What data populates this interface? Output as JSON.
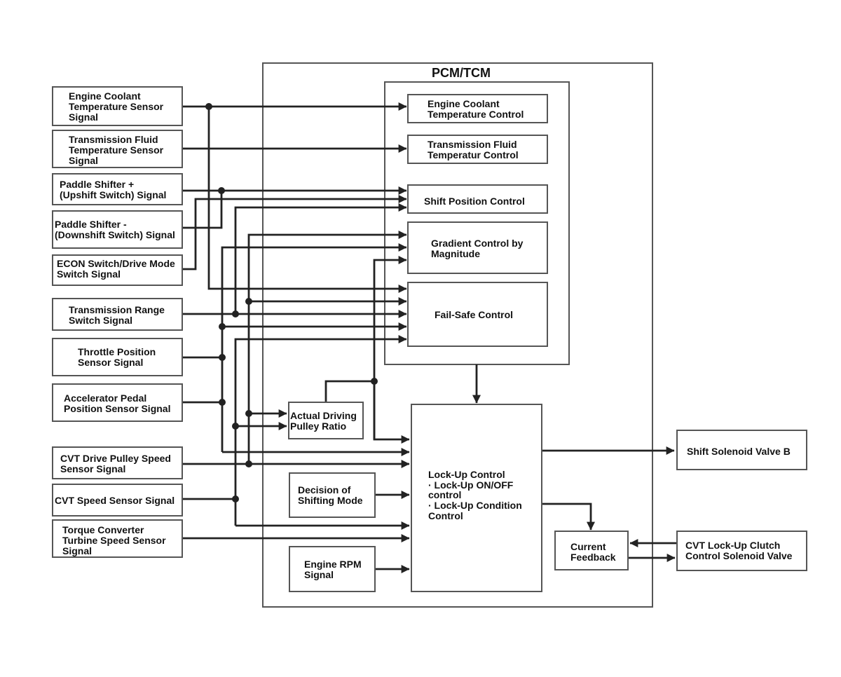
{
  "pcm": {
    "title": "PCM/TCM"
  },
  "inputs": [
    {
      "id": "ect-sensor",
      "lines": [
        "Engine Coolant",
        "Temperature Sensor",
        "Signal"
      ]
    },
    {
      "id": "tft-sensor",
      "lines": [
        "Transmission Fluid",
        "Temperature Sensor",
        "Signal"
      ]
    },
    {
      "id": "paddle-plus",
      "lines": [
        "Paddle Shifter +",
        "(Upshift Switch) Signal"
      ]
    },
    {
      "id": "paddle-minus",
      "lines": [
        "Paddle Shifter -",
        "(Downshift Switch) Signal"
      ]
    },
    {
      "id": "econ-switch",
      "lines": [
        "ECON Switch/Drive Mode",
        "Switch Signal"
      ]
    },
    {
      "id": "trans-range",
      "lines": [
        "Transmission Range",
        "Switch Signal"
      ]
    },
    {
      "id": "throttle-sensor",
      "lines": [
        "Throttle Position",
        "Sensor Signal"
      ]
    },
    {
      "id": "accel-pedal",
      "lines": [
        "Accelerator Pedal",
        "Position Sensor Signal"
      ]
    },
    {
      "id": "cvt-drive-pulley",
      "lines": [
        "CVT Drive Pulley Speed",
        "Sensor Signal"
      ]
    },
    {
      "id": "cvt-speed",
      "lines": [
        "CVT Speed Sensor Signal"
      ]
    },
    {
      "id": "tc-turbine",
      "lines": [
        "Torque Converter",
        "Turbine Speed Sensor",
        "Signal"
      ]
    }
  ],
  "controls": [
    {
      "id": "ect-control",
      "lines": [
        "Engine Coolant",
        "Temperature Control"
      ]
    },
    {
      "id": "tft-control",
      "lines": [
        "Transmission Fluid",
        "Temperatur Control"
      ]
    },
    {
      "id": "shift-position",
      "lines": [
        "Shift Position Control"
      ]
    },
    {
      "id": "gradient-control",
      "lines": [
        "Gradient Control by",
        "Magnitude"
      ]
    },
    {
      "id": "fail-safe",
      "lines": [
        "Fail-Safe Control"
      ]
    }
  ],
  "internal": [
    {
      "id": "actual-pulley",
      "lines": [
        "Actual Driving",
        "Pulley Ratio"
      ]
    },
    {
      "id": "shifting-mode",
      "lines": [
        "Decision of",
        "Shifting Mode"
      ]
    },
    {
      "id": "engine-rpm",
      "lines": [
        "Engine RPM",
        "Signal"
      ]
    },
    {
      "id": "current-feedback",
      "lines": [
        "Current",
        "Feedback"
      ]
    },
    {
      "id": "lockup-control",
      "lines": [
        "Lock-Up Control",
        "· Lock-Up ON/OFF",
        "control",
        "· Lock-Up Condition",
        "Control"
      ]
    }
  ],
  "outputs": [
    {
      "id": "shift-solenoid-b",
      "lines": [
        "Shift Solenoid Valve B"
      ]
    },
    {
      "id": "lockup-solenoid",
      "lines": [
        "CVT Lock-Up Clutch",
        "Control Solenoid Valve"
      ]
    }
  ]
}
